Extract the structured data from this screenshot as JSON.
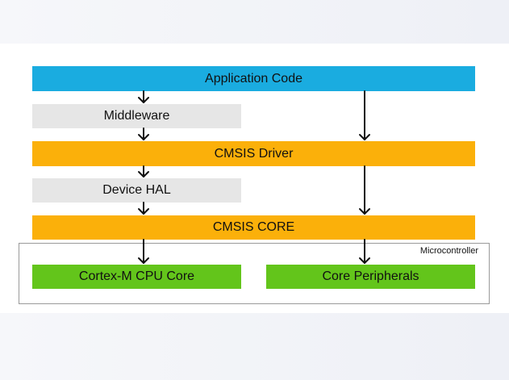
{
  "layers": {
    "application": {
      "label": "Application Code",
      "color": "#1aace0"
    },
    "middleware": {
      "label": "Middleware",
      "color": "#e6e6e6"
    },
    "cmsis_driver": {
      "label": "CMSIS Driver",
      "color": "#fbb00a"
    },
    "device_hal": {
      "label": "Device HAL",
      "color": "#e6e6e6"
    },
    "cmsis_core": {
      "label": "CMSIS CORE",
      "color": "#fbb00a"
    },
    "cpu_core": {
      "label": "Cortex-M CPU Core",
      "color": "#63c51b"
    },
    "core_peripherals": {
      "label": "Core Peripherals",
      "color": "#63c51b"
    }
  },
  "microcontroller": {
    "label": "Microcontroller"
  },
  "arrow_color": "#111111"
}
